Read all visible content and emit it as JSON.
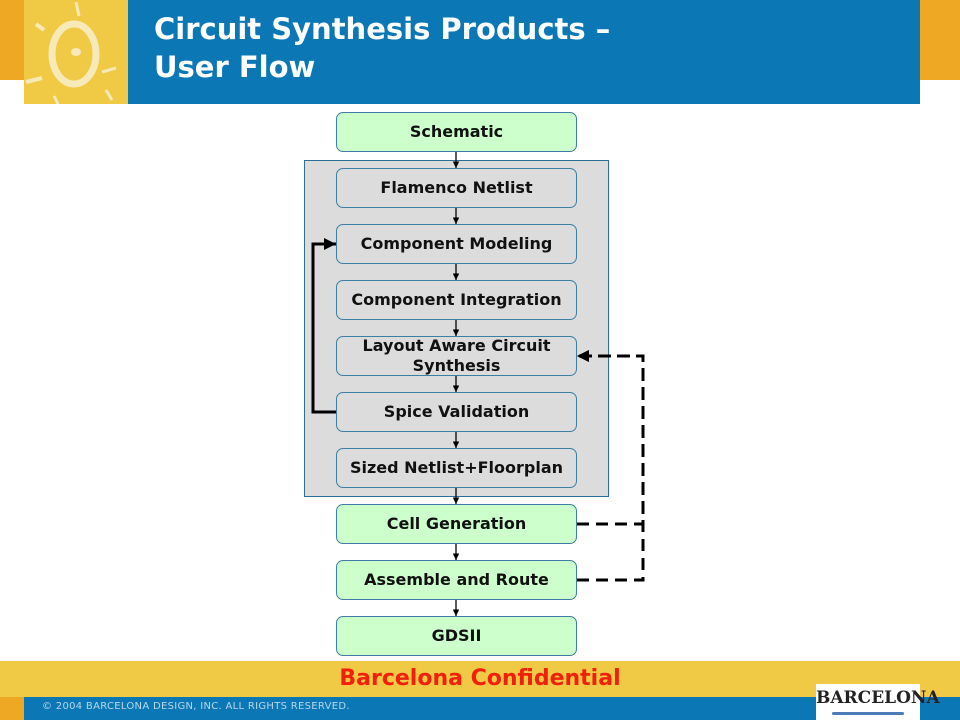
{
  "header": {
    "title_line1": "Circuit Synthesis Products –",
    "title_line2": "User Flow",
    "logo_icon": "sun-icon"
  },
  "flow": {
    "nodes": [
      {
        "id": "schematic",
        "label": "Schematic",
        "style": "green"
      },
      {
        "id": "flamenco-netlist",
        "label": "Flamenco Netlist",
        "style": "gray"
      },
      {
        "id": "component-modeling",
        "label": "Component Modeling",
        "style": "gray"
      },
      {
        "id": "component-integration",
        "label": "Component Integration",
        "style": "gray"
      },
      {
        "id": "layout-aware-circuit-synthesis",
        "label": "Layout Aware Circuit Synthesis",
        "style": "gray"
      },
      {
        "id": "spice-validation",
        "label": "Spice Validation",
        "style": "gray"
      },
      {
        "id": "sized-netlist-floorplan",
        "label": "Sized Netlist+Floorplan",
        "style": "gray"
      },
      {
        "id": "cell-generation",
        "label": "Cell Generation",
        "style": "green"
      },
      {
        "id": "assemble-and-route",
        "label": "Assemble and Route",
        "style": "green"
      },
      {
        "id": "gdsii",
        "label": "GDSII",
        "style": "green"
      }
    ],
    "edges": [
      {
        "from": "schematic",
        "to": "flamenco-netlist",
        "type": "solid"
      },
      {
        "from": "flamenco-netlist",
        "to": "component-modeling",
        "type": "solid"
      },
      {
        "from": "component-modeling",
        "to": "component-integration",
        "type": "solid"
      },
      {
        "from": "component-integration",
        "to": "layout-aware-circuit-synthesis",
        "type": "solid"
      },
      {
        "from": "layout-aware-circuit-synthesis",
        "to": "spice-validation",
        "type": "solid"
      },
      {
        "from": "spice-validation",
        "to": "sized-netlist-floorplan",
        "type": "solid"
      },
      {
        "from": "sized-netlist-floorplan",
        "to": "cell-generation",
        "type": "solid"
      },
      {
        "from": "cell-generation",
        "to": "assemble-and-route",
        "type": "solid"
      },
      {
        "from": "assemble-and-route",
        "to": "gdsii",
        "type": "solid"
      },
      {
        "from": "spice-validation",
        "to": "component-modeling",
        "type": "feedback-solid"
      },
      {
        "from": "cell-generation",
        "to": "layout-aware-circuit-synthesis",
        "type": "feedback-dashed"
      },
      {
        "from": "assemble-and-route",
        "to": "layout-aware-circuit-synthesis",
        "type": "feedback-dashed"
      }
    ],
    "group": {
      "label": "",
      "members": [
        "flamenco-netlist",
        "component-modeling",
        "component-integration",
        "layout-aware-circuit-synthesis",
        "spice-validation",
        "sized-netlist-floorplan"
      ]
    }
  },
  "footer": {
    "confidential": "Barcelona Confidential",
    "copyright": "© 2004 BARCELONA DESIGN, INC. ALL RIGHTS RESERVED.",
    "logo_text": "BARCELONA"
  },
  "colors": {
    "title_blue": "#0b78b5",
    "accent_yellow": "#f0c945",
    "accent_orange": "#eea823",
    "confidential_red": "#f0200c",
    "node_green": "#ccffcc",
    "group_gray": "#dcdcdc"
  }
}
